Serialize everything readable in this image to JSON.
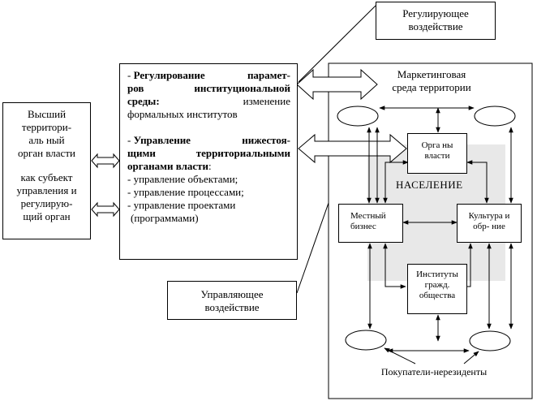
{
  "left_box": {
    "line1": "Высший",
    "line2": "территори-",
    "line3": "аль ный",
    "line4": "орган власти",
    "line5": "как субъект",
    "line6": "управления и",
    "line7": "регулирую-",
    "line8": "щий орган"
  },
  "regulating_label": {
    "line1": "Регулирующее",
    "line2": "воздействие"
  },
  "managing_label": {
    "line1": "Управляющее",
    "line2": "воздействие"
  },
  "middle_box": {
    "p1_dash": "-",
    "p1_bold_a": "Регулирование",
    "p1_bold_b": "парамет-",
    "p1_bold_c": "ров",
    "p1_bold_d": "институциональной",
    "p1_bold_e": "среды:",
    "p1_tail_a": "изменение",
    "p1_tail_b": "формальных институтов",
    "p2_dash": "-",
    "p2_bold_a": "Управление",
    "p2_bold_b": "нижестоя-",
    "p2_bold_c": "щими",
    "p2_bold_d": "территориальными",
    "p2_bold_e": "органами власти",
    "p2_colon": ":",
    "items": [
      "- управление объектами;",
      "- управление процессами;",
      "- управление проектами",
      "(программами)"
    ]
  },
  "environment": {
    "title_line1": "Маркетинговая",
    "title_line2": "среда территории",
    "population": "НАСЕЛЕНИЕ",
    "organs_line1": "Орга ны",
    "organs_line2": "власти",
    "business_line1": "Местный",
    "business_line2": "бизнес",
    "culture_line1": "Культура и",
    "culture_line2": "обр- ние",
    "institutes_line1": "Институты",
    "institutes_line2": "гражд.",
    "institutes_line3": "общества",
    "buyers": "Покупатели-нерезиденты"
  }
}
